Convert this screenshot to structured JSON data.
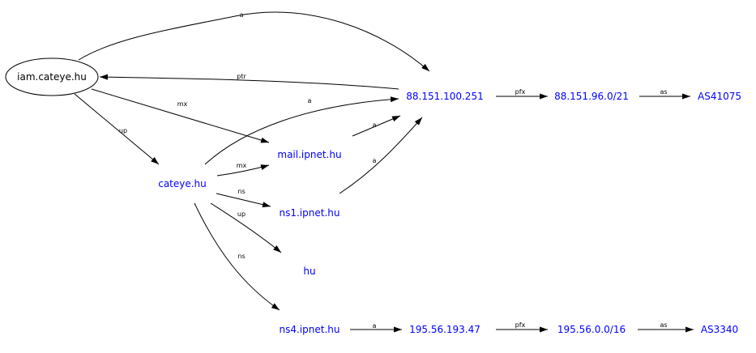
{
  "colors": {
    "link": "#0000ff",
    "edge": "#000000",
    "background": "#ffffff"
  },
  "nodes": {
    "root": "iam.cateye.hu",
    "ip1": "88.151.100.251",
    "pfx1": "88.151.96.0/21",
    "as1": "AS41075",
    "mail": "mail.ipnet.hu",
    "cateye": "cateye.hu",
    "ns1": "ns1.ipnet.hu",
    "hu": "hu",
    "ns4": "ns4.ipnet.hu",
    "ip2": "195.56.193.47",
    "pfx2": "195.56.0.0/16",
    "as2": "AS3340"
  },
  "edges": {
    "root_ip1": "a",
    "ip1_root": "ptr",
    "root_mail": "mx",
    "root_cateye": "up",
    "cateye_ip1": "a",
    "mail_ip1": "a",
    "ns1_ip1": "a",
    "cateye_mail": "mx",
    "cateye_ns1": "ns",
    "cateye_hu": "up",
    "cateye_ns4": "ns",
    "ns4_ip2": "a",
    "ip1_pfx1": "pfx",
    "pfx1_as1": "as",
    "ip2_pfx2": "pfx",
    "pfx2_as2": "as"
  }
}
